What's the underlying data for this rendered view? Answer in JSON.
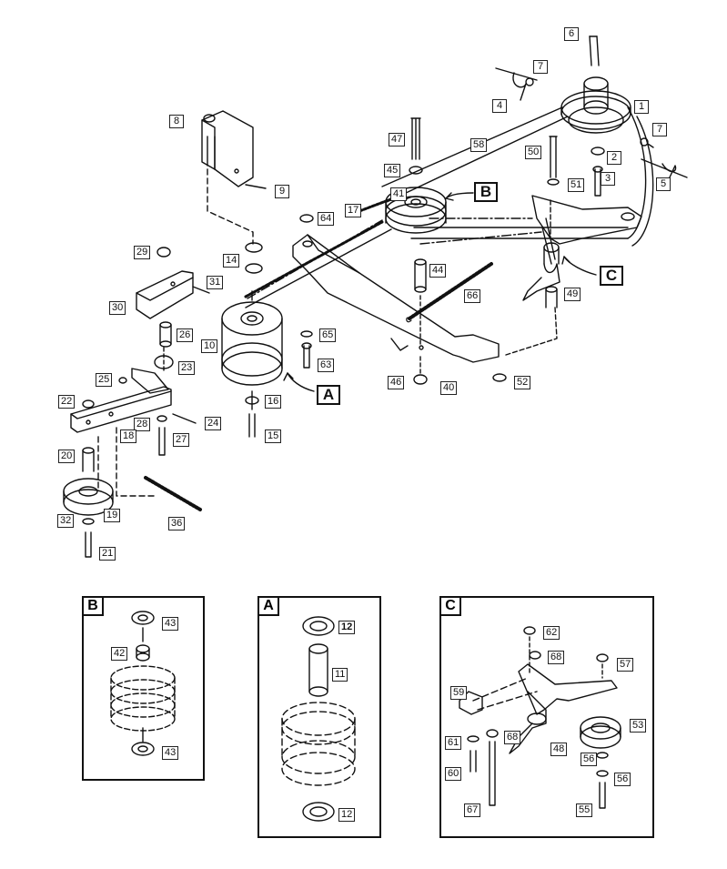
{
  "callouts": {
    "a": "A",
    "b": "B",
    "c": "C"
  },
  "panels": {
    "b": "B",
    "a": "A",
    "c": "C"
  },
  "main_labels": {
    "p1": "1",
    "p2": "2",
    "p3": "3",
    "p4": "4",
    "p5": "5",
    "p6": "6",
    "p7a": "7",
    "p7b": "7",
    "p8": "8",
    "p9": "9",
    "p10": "10",
    "p14": "14",
    "p15": "15",
    "p16": "16",
    "p17": "17",
    "p18": "18",
    "p19": "19",
    "p20": "20",
    "p21": "21",
    "p22": "22",
    "p23": "23",
    "p24": "24",
    "p25": "25",
    "p26": "26",
    "p27": "27",
    "p28": "28",
    "p29": "29",
    "p30": "30",
    "p31": "31",
    "p32": "32",
    "p36": "36",
    "p40": "40",
    "p41": "41",
    "p44": "44",
    "p45": "45",
    "p46": "46",
    "p47": "47",
    "p49": "49",
    "p50": "50",
    "p51": "51",
    "p52": "52",
    "p58": "58",
    "p63": "63",
    "p64": "64",
    "p65": "65",
    "p66": "66"
  },
  "panel_b_labels": {
    "p43a": "43",
    "p42": "42",
    "p43b": "43"
  },
  "panel_a_labels": {
    "p12a": "12",
    "p11": "11",
    "p12b": "12"
  },
  "panel_c_labels": {
    "p62": "62",
    "p68a": "68",
    "p57": "57",
    "p59": "59",
    "p53": "53",
    "p61": "61",
    "p68b": "68",
    "p48": "48",
    "p56a": "56",
    "p60": "60",
    "p56b": "56",
    "p67": "67",
    "p55": "55"
  }
}
